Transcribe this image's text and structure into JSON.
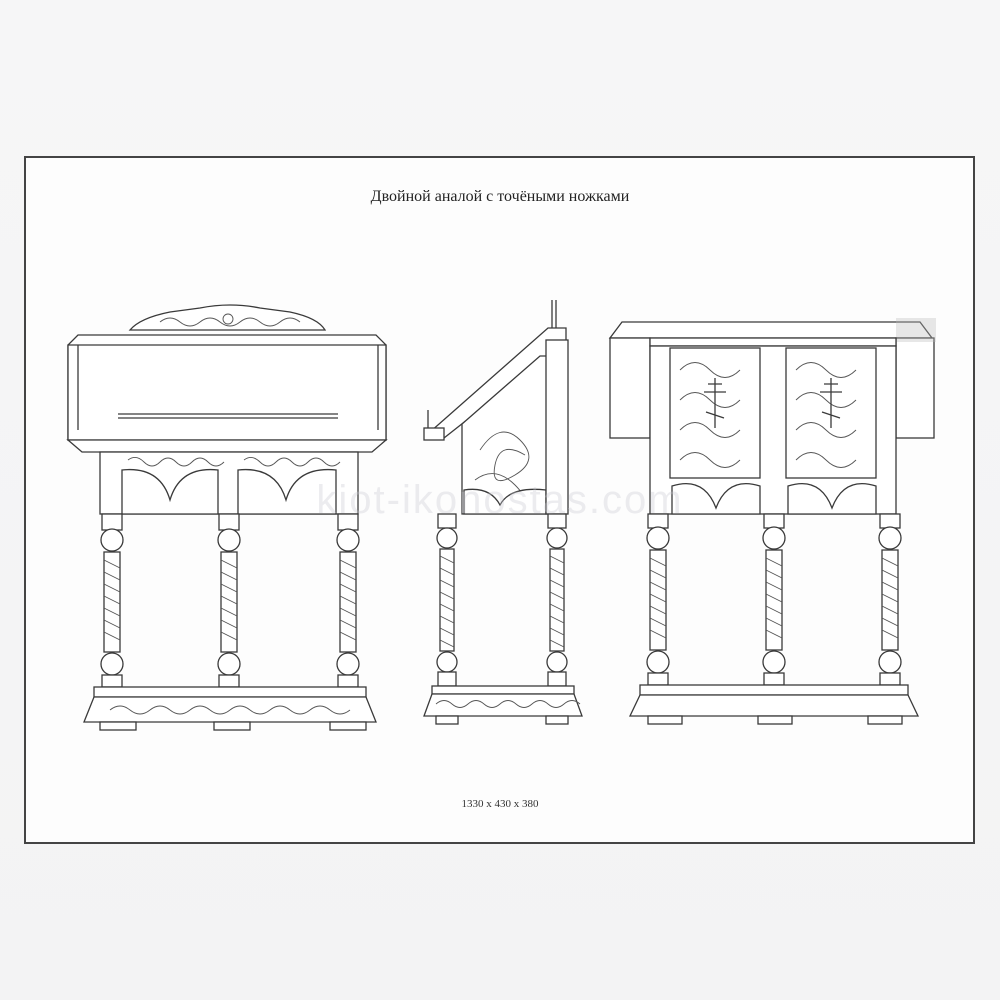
{
  "drawing": {
    "title": "Двойной аналой с точёными ножками",
    "dimensions": "1330 x 430 x 380",
    "watermark": "kiot-ikonostas.com"
  },
  "views": [
    "front-view",
    "side-view",
    "back-view"
  ]
}
